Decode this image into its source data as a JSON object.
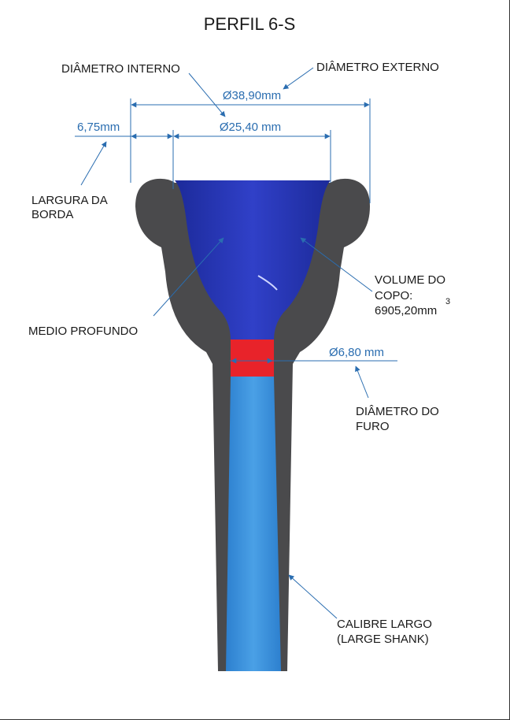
{
  "title": "PERFIL 6-S",
  "labels": {
    "inner_diameter": "DIÂMETRO INTERNO",
    "outer_diameter": "DIÂMETRO EXTERNO",
    "rim_width_1": "LARGURA DA",
    "rim_width_2": "BORDA",
    "cup_depth": "MEDIO PROFUNDO",
    "cup_volume_1": "VOLUME DO",
    "cup_volume_2": "COPO:",
    "cup_volume_3": "6905,20mm",
    "cup_volume_exp": "3",
    "throat_1": "DIÂMETRO DO",
    "throat_2": "FURO",
    "shank_1": "CALIBRE LARGO",
    "shank_2": "(LARGE SHANK)"
  },
  "dimensions": {
    "outer": "Ø38,90mm",
    "inner": "Ø25,40 mm",
    "rim_width": "6,75mm",
    "throat": "Ø6,80 mm"
  },
  "colors": {
    "body": "#4a4a4c",
    "cup": "#2233b0",
    "throat": "#e8232a",
    "backbore": "#3a8ed8",
    "dimension": "#2a6db0"
  }
}
